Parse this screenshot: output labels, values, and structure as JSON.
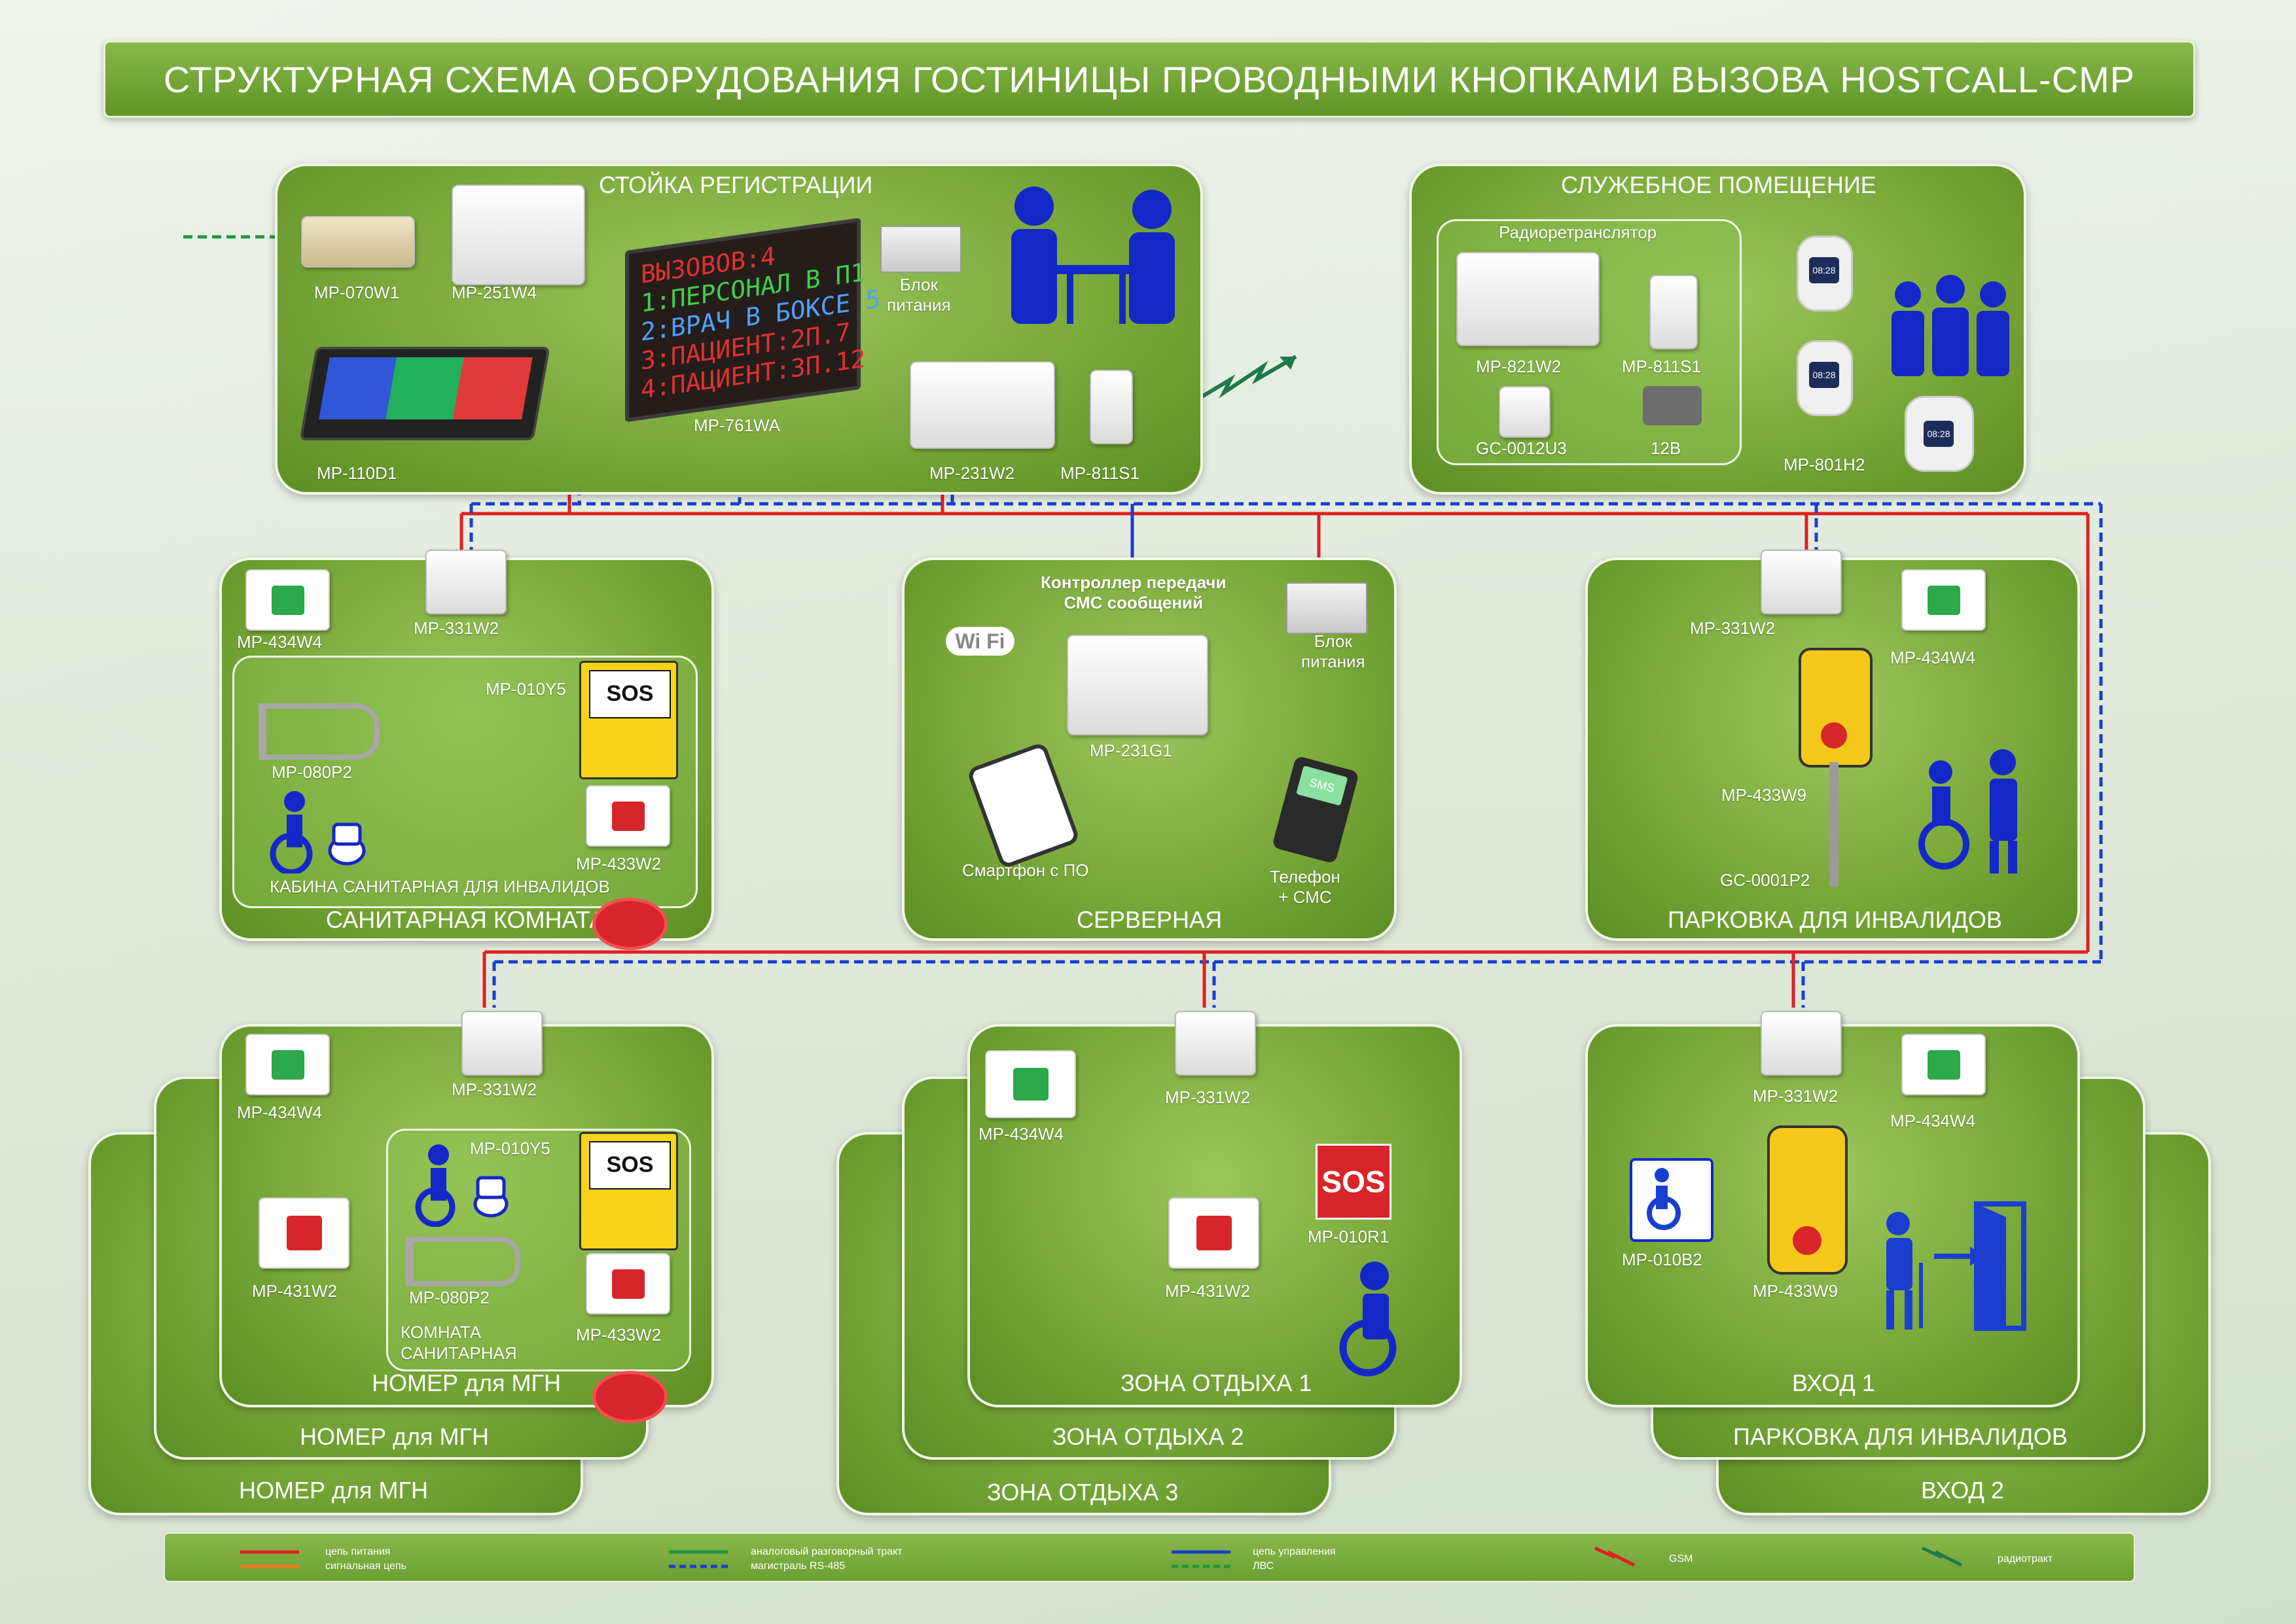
{
  "title": "СТРУКТУРНАЯ СХЕМА ОБОРУДОВАНИЯ ГОСТИНИЦЫ ПРОВОДНЫМИ КНОПКАМИ ВЫЗОВА HOSTCALL-CMP",
  "colors": {
    "power": "#e02020",
    "signal": "#f07a1e",
    "analog": "#1e9a3a",
    "rs485": "#1a3fd0",
    "control": "#1a3fd0",
    "lan": "#1e9a3a",
    "gsm": "#e02020",
    "radio": "#1e7a4a"
  },
  "reception": {
    "title": "СТОЙКА РЕГИСТРАЦИИ",
    "mp070w1": "MP-070W1",
    "mp251w4": "MP-251W4",
    "mp110d1": "MP-110D1",
    "mp761wa": "MP-761WA",
    "psu": "Блок\nпитания",
    "mp231w2": "MP-231W2",
    "mp811s1": "MP-811S1",
    "led_lines": [
      "ВЫЗОВОВ:4",
      "1:ПЕРСОНАЛ В П1",
      "2:ВРАЧ В БОКСЕ 5",
      "3:ПАЦИЕНТ:2П.7",
      "4:ПАЦИЕНТ:3П.12"
    ]
  },
  "service": {
    "title": "СЛУЖЕБНОЕ ПОМЕЩЕНИЕ",
    "repeater": "Радиоретранслятор",
    "mp821w2": "MP-821W2",
    "mp811s1": "MP-811S1",
    "gc0012u3": "GC-0012U3",
    "v12": "12В",
    "mp801h2": "MP-801H2",
    "watch_time": "08:28"
  },
  "sanitary": {
    "title": "САНИТАРНАЯ КОМНАТА",
    "cabin": "КАБИНА САНИТАРНАЯ ДЛЯ ИНВАЛИДОВ",
    "mp434w4": "MP-434W4",
    "mp331w2": "MP-331W2",
    "mp010y5": "MP-010Y5",
    "mp080p2": "MP-080P2",
    "mp433w2": "MP-433W2",
    "sos": "SOS"
  },
  "server": {
    "title": "СЕРВЕРНАЯ",
    "controller": "Контроллер передачи\nСМС сообщений",
    "psu": "Блок\nпитания",
    "mp231g1": "MP-231G1",
    "smartphone": "Смартфон с ПО",
    "phone": "Телефон\n+ СМС",
    "wifi": "Wi Fi",
    "sms": "SMS"
  },
  "parking1": {
    "title": "ПАРКОВКА ДЛЯ ИНВАЛИДОВ",
    "mp331w2": "MP-331W2",
    "mp434w4": "MP-434W4",
    "mp433w9": "MP-433W9",
    "gc0001p2": "GC-0001P2"
  },
  "room": {
    "title1": "НОМЕР для МГН",
    "title2": "НОМЕР для МГН",
    "title3": "НОМЕР для МГН",
    "mp434w4": "MP-434W4",
    "mp331w2": "MP-331W2",
    "mp010y5": "MP-010Y5",
    "mp431w2": "MP-431W2",
    "mp080p2": "MP-080P2",
    "mp433w2": "MP-433W2",
    "bath": "КОМНАТА\nСАНИТАРНАЯ",
    "sos": "SOS"
  },
  "rest": {
    "title1": "ЗОНА ОТДЫХА 1",
    "title2": "ЗОНА ОТДЫХА 2",
    "title3": "ЗОНА ОТДЫХА 3",
    "mp434w4": "MP-434W4",
    "mp331w2": "MP-331W2",
    "mp431w2": "MP-431W2",
    "mp010r1": "MP-010R1",
    "sos": "SOS"
  },
  "entrance": {
    "title1": "ВХОД 1",
    "title2": "ПАРКОВКА ДЛЯ ИНВАЛИДОВ",
    "title3": "ВХОД 2",
    "mp331w2": "MP-331W2",
    "mp434w4": "MP-434W4",
    "mp010b2": "MP-010B2",
    "mp433w9": "MP-433W9"
  },
  "legend": {
    "power": "цепь питания",
    "signal": "сигнальная цепь",
    "analog": "аналоговый разговорный тракт",
    "rs485": "магистраль RS-485",
    "control": "цепь управления",
    "lan": "ЛВС",
    "gsm": "GSM",
    "radio": "радиотракт"
  }
}
